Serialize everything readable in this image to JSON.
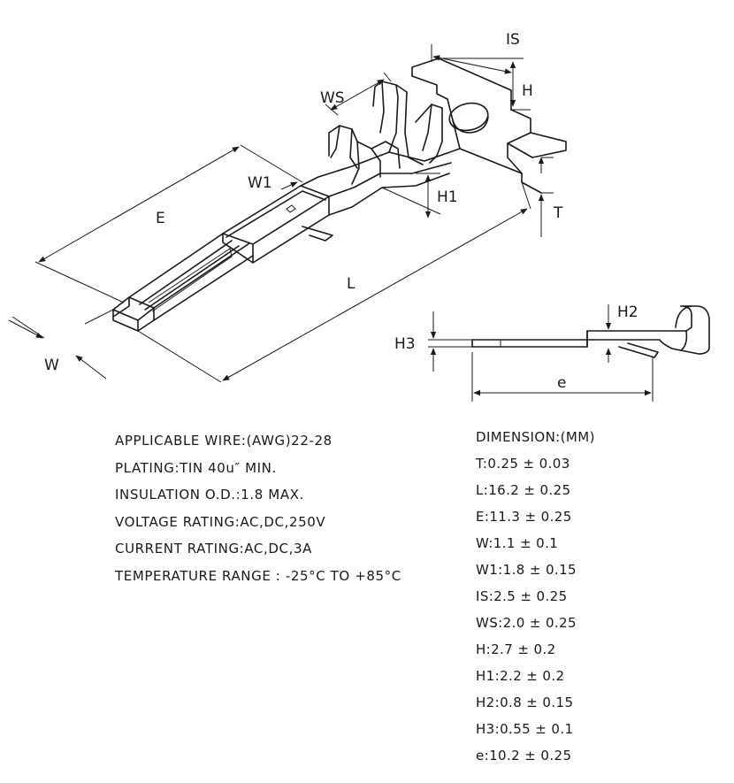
{
  "diagram": {
    "labels": {
      "IS": "IS",
      "H": "H",
      "WS": "WS",
      "W1": "W1",
      "E": "E",
      "H1": "H1",
      "T": "T",
      "L": "L",
      "W": "W",
      "H2": "H2",
      "H3": "H3",
      "e": "e"
    }
  },
  "specs": [
    "APPLICABLE WIRE:(AWG)22-28",
    "PLATING:TIN 40u″ MIN.",
    "INSULATION O.D.:1.8 MAX.",
    "VOLTAGE RATING:AC,DC,250V",
    "CURRENT RATING:AC,DC,3A",
    "TEMPERATURE RANGE : -25°C TO +85°C"
  ],
  "dimensions": {
    "title": "DIMENSION:(MM)",
    "items": [
      "T:0.25 ± 0.03",
      "L:16.2 ± 0.25",
      "E:11.3 ± 0.25",
      "W:1.1 ± 0.1",
      "W1:1.8 ± 0.15",
      "IS:2.5 ± 0.25",
      "WS:2.0 ± 0.25",
      "H:2.7 ± 0.2",
      "H1:2.2 ± 0.2",
      "H2:0.8 ± 0.15",
      "H3:0.55 ± 0.1",
      "e:10.2 ± 0.25"
    ]
  }
}
